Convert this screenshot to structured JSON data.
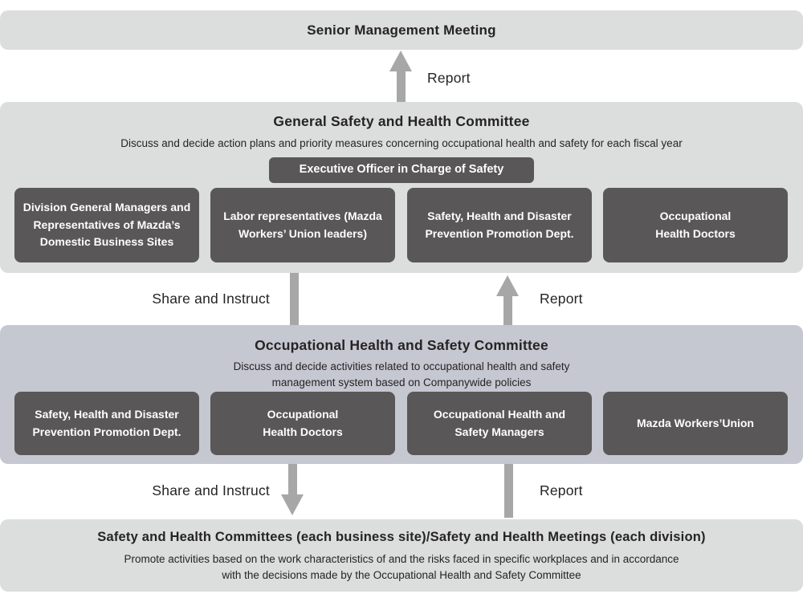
{
  "colors": {
    "panel_light": "#dcdddd",
    "panel_blue_gray": "#c5c7d1",
    "box_dark": "#595757",
    "arrow_gray": "#a7a7a8",
    "text_dark": "#262324",
    "box_text": "#ffffff"
  },
  "top_banner": {
    "title": "Senior Management Meeting"
  },
  "flow_top": {
    "report_label": "Report"
  },
  "general_committee": {
    "title": "General Safety and Health Committee",
    "subtitle": "Discuss and decide action plans and priority measures concerning occupational health and safety for each fiscal year",
    "chair": "Executive Officer in Charge of Safety",
    "members": [
      "Division General Managers and\nRepresentatives of Mazda’s\nDomestic Business Sites",
      "Labor representatives (Mazda\nWorkers’ Union leaders)",
      "Safety, Health and Disaster\nPrevention Promotion Dept.",
      "Occupational\nHealth Doctors"
    ]
  },
  "flow_mid": {
    "share_label": "Share and Instruct",
    "report_label": "Report"
  },
  "ohs_committee": {
    "title": "Occupational Health and Safety Committee",
    "subtitle": "Discuss and decide activities related to occupational health and safety\nmanagement system based on Companywide policies",
    "members": [
      "Safety, Health and Disaster\nPrevention Promotion Dept.",
      "Occupational\nHealth Doctors",
      "Occupational Health and\nSafety Managers",
      "Mazda Workers’Union"
    ]
  },
  "flow_bottom": {
    "share_label": "Share and Instruct",
    "report_label": "Report"
  },
  "site_committees": {
    "title": "Safety and Health Committees (each business site)/Safety and Health Meetings (each division)",
    "subtitle": "Promote activities based on the work characteristics of and the risks faced in specific workplaces and in accordance\nwith the decisions made by the Occupational Health and Safety Committee"
  }
}
